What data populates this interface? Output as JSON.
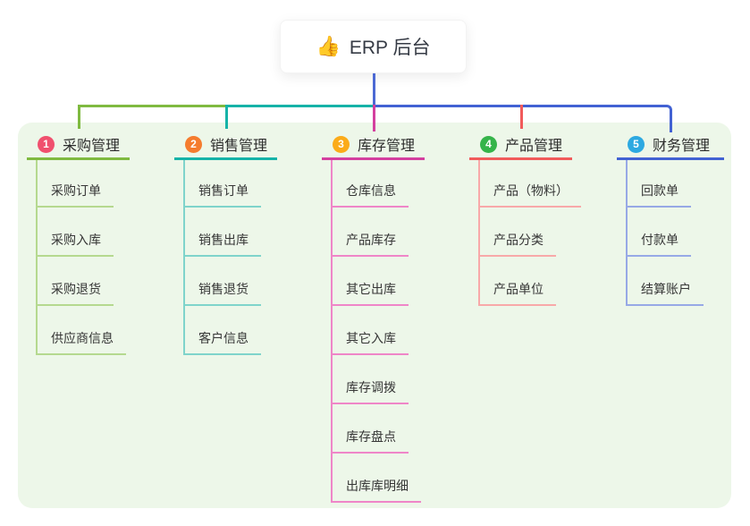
{
  "root": {
    "title": "ERP 后台",
    "emoji": "👍"
  },
  "panel": {
    "background": "#edf7e9"
  },
  "connector_root_color": "#4c69d4",
  "branches": [
    {
      "num": "1",
      "title": "采购管理",
      "badge_color": "#f0506e",
      "line_color": "#7fba40",
      "child_line_color": "#b5d98f",
      "children": [
        "采购订单",
        "采购入库",
        "采购退货",
        "供应商信息"
      ]
    },
    {
      "num": "2",
      "title": "销售管理",
      "badge_color": "#f57c2e",
      "line_color": "#16b3a8",
      "child_line_color": "#7fd4cb",
      "children": [
        "销售订单",
        "销售出库",
        "销售退货",
        "客户信息"
      ]
    },
    {
      "num": "3",
      "title": "库存管理",
      "badge_color": "#fbab19",
      "line_color": "#d43f9f",
      "child_line_color": "#ef86c8",
      "children": [
        "仓库信息",
        "产品库存",
        "其它出库",
        "其它入库",
        "库存调拨",
        "库存盘点",
        "出库库明细"
      ]
    },
    {
      "num": "4",
      "title": "产品管理",
      "badge_color": "#35b44a",
      "line_color": "#f15b5b",
      "child_line_color": "#f8a9a9",
      "children": [
        "产品（物料）",
        "产品分类",
        "产品单位"
      ]
    },
    {
      "num": "5",
      "title": "财务管理",
      "badge_color": "#2da9e1",
      "line_color": "#4262d3",
      "child_line_color": "#97a9e6",
      "children": [
        "回款单",
        "付款单",
        "结算账户"
      ]
    }
  ]
}
